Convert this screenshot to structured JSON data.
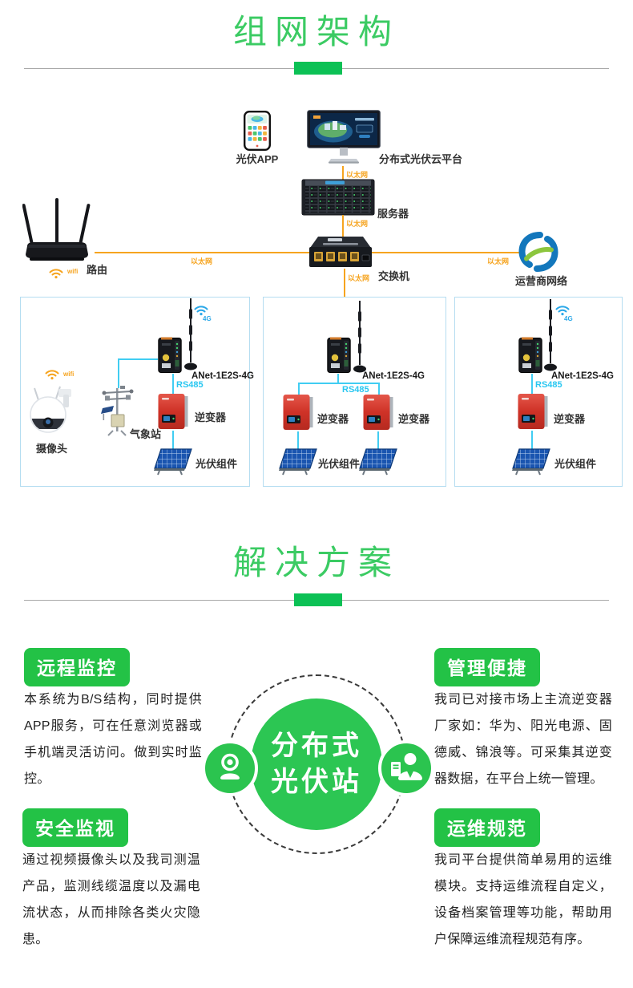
{
  "colors": {
    "accent_green_title": "#3bcb63",
    "accent_green_bar": "#0cc155",
    "accent_green_badge": "#23c246",
    "accent_orange": "#f6a41f",
    "accent_cyan": "#29c7f1",
    "box_border_blue": "#b5ddf1"
  },
  "sections": {
    "network": {
      "title": "组网架构"
    },
    "solution": {
      "title": "解决方案"
    }
  },
  "diagram": {
    "labels": {
      "app": "光伏APP",
      "platform": "分布式光伏云平台",
      "server": "服务器",
      "switch": "交换机",
      "router": "路由",
      "carrier": "运营商网络",
      "ethernet": "以太网",
      "wifi": "wifi",
      "fourg": "4G",
      "rs485": "RS485",
      "anet": "ANet-1E2S-4G",
      "camera": "摄像头",
      "weather": "气象站",
      "inverter": "逆变器",
      "pv": "光伏组件"
    }
  },
  "solution": {
    "center": {
      "line1": "分布式",
      "line2": "光伏站"
    },
    "features": [
      {
        "title": "远程监控",
        "text": "本系统为B/S结构，同时提供APP服务，可在任意浏览器或手机端灵活访问。做到实时监控。"
      },
      {
        "title": "管理便捷",
        "text": "我司已对接市场上主流逆变器厂家如：华为、阳光电源、固德威、锦浪等。可采集其逆变器数据，在平台上统一管理。"
      },
      {
        "title": "安全监视",
        "text": "通过视频摄像头以及我司测温产品，监测线缆温度以及漏电流状态，从而排除各类火灾隐患。"
      },
      {
        "title": "运维规范",
        "text": "我司平台提供简单易用的运维模块。支持运维流程自定义，设备档案管理等功能，帮助用户保障运维流程规范有序。"
      }
    ]
  }
}
